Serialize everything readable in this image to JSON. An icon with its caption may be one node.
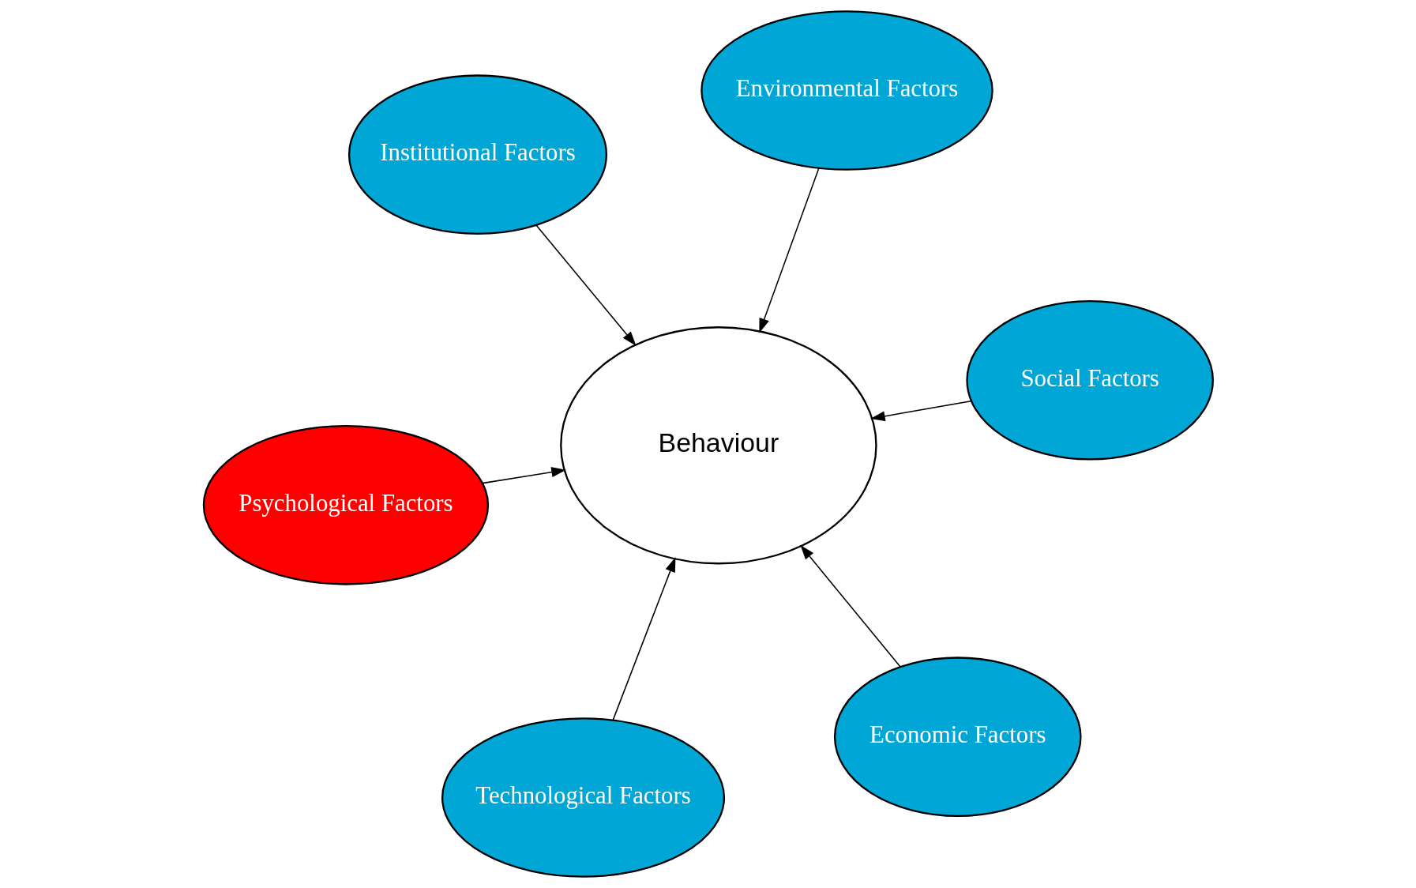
{
  "diagram": {
    "nodes": [
      {
        "text": [
          "Psychological Factors"
        ]
      },
      {
        "text": [
          "Behaviour"
        ]
      },
      {
        "text": [
          "Economic Factors"
        ]
      },
      {
        "text": [
          "Environmental Factors"
        ]
      },
      {
        "text": [
          "Social Factors"
        ]
      },
      {
        "text": [
          "Institutional Factors"
        ]
      },
      {
        "text": [
          "Technological Factors"
        ]
      }
    ],
    "edges": [
      {
        "from": 0,
        "to": 1,
        "arrow": "to"
      },
      {
        "from": 2,
        "to": 1,
        "arrow": "to"
      },
      {
        "from": 3,
        "to": 1,
        "arrow": "to"
      },
      {
        "from": 4,
        "to": 1,
        "arrow": "to"
      },
      {
        "from": 5,
        "to": 1,
        "arrow": "to"
      },
      {
        "from": 6,
        "to": 1,
        "arrow": "to"
      }
    ]
  }
}
